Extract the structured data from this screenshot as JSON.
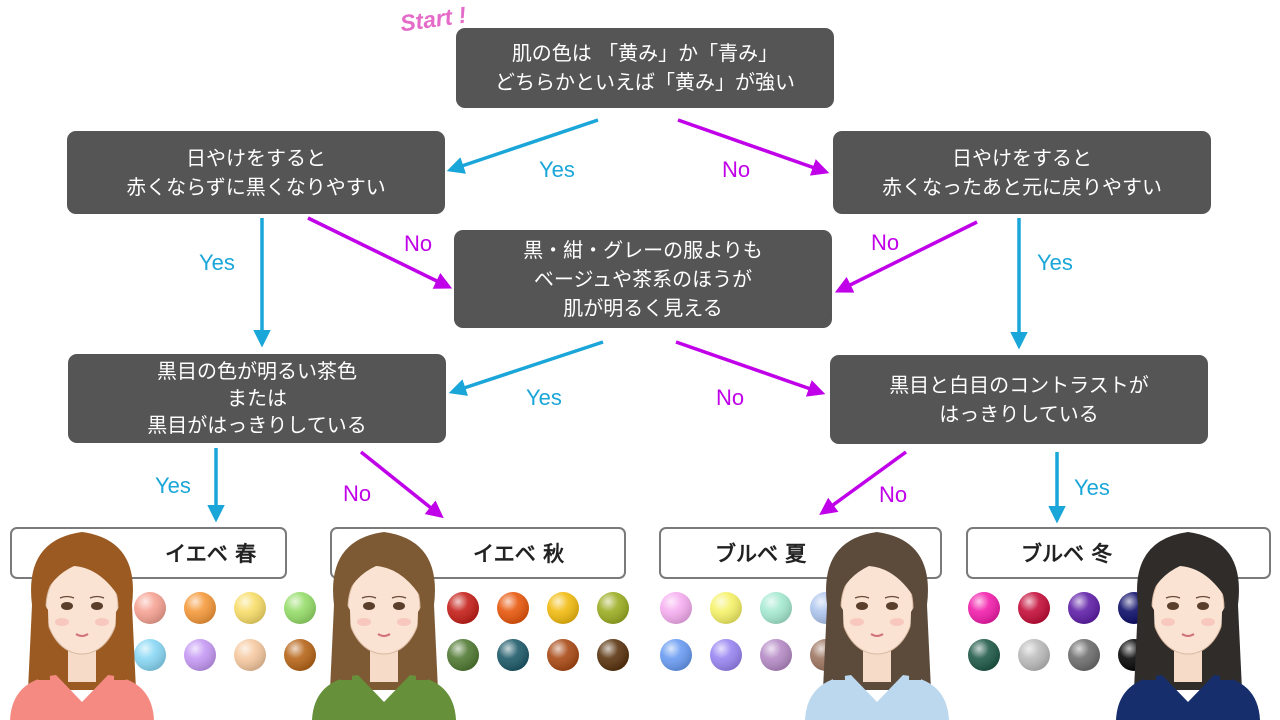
{
  "start_label": "Start !",
  "nodes": {
    "q1": {
      "line1": "肌の色は 「黄み」か「青み」",
      "line2": "どちらかといえば「黄み」が強い"
    },
    "q2_left": {
      "line1": "日やけをすると",
      "line2": "赤くならずに黒くなりやすい"
    },
    "q2_right": {
      "line1": "日やけをすると",
      "line2": "赤くなったあと元に戻りやすい"
    },
    "q3_center": {
      "line1": "黒・紺・グレーの服よりも",
      "line2": "ベージュや茶系のほうが",
      "line3": "肌が明るく見える"
    },
    "q4_left": {
      "line1": "黒目の色が明るい茶色",
      "line2": "または",
      "line3": "黒目がはっきりしている"
    },
    "q4_right": {
      "line1": "黒目と白目のコントラストが",
      "line2": "はっきりしている"
    }
  },
  "edge_labels": {
    "yes": "Yes",
    "no": "No"
  },
  "results": [
    {
      "title": "イエベ 春",
      "hair": "#9a5a22",
      "shirt": "#f48a82",
      "colors": [
        "#f6a394",
        "#f59a3c",
        "#f8dd6a",
        "#96dd6a",
        "#8ad8f5",
        "#c69af5",
        "#f6c9a1",
        "#b7661a"
      ]
    },
    {
      "title": "イエベ 秋",
      "hair": "#7e5a34",
      "shirt": "#66903a",
      "colors": [
        "#c5201a",
        "#e8580e",
        "#f2bc12",
        "#9cae24",
        "#517a33",
        "#1f5b6a",
        "#a94a16",
        "#5a3410"
      ]
    },
    {
      "title": "ブルベ 夏",
      "hair": "#5c4a3a",
      "shirt": "#bcd8ee",
      "colors": [
        "#f6aef0",
        "#f6f26a",
        "#a6ead2",
        "#aec6ee",
        "#6a9cf2",
        "#9a86f2",
        "#b68cc6",
        "#9e7662"
      ]
    },
    {
      "title": "ブルベ 冬",
      "hair": "#302c2a",
      "shirt": "#172e6c",
      "colors": [
        "#f21fac",
        "#c40f3a",
        "#6020a8",
        "#0e0e6a",
        "#205a48",
        "#bcbcbc",
        "#6e6e6e",
        "#080808"
      ]
    }
  ],
  "colors": {
    "box": "#555555",
    "yes": "#1aa6d8",
    "no": "#c000e8",
    "start": "#e46bc7"
  }
}
